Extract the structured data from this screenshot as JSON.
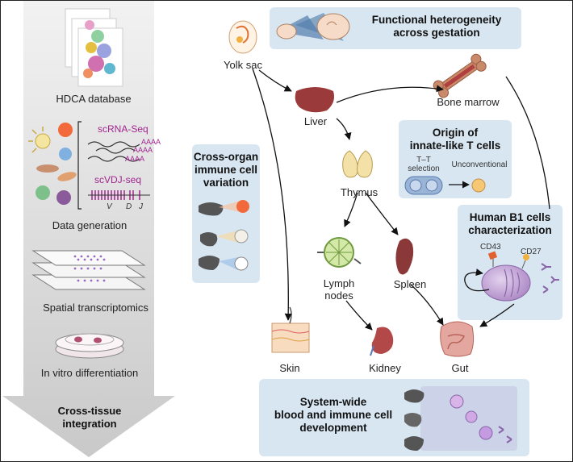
{
  "left_column": {
    "database": "HDCA database",
    "scrna": "scRNA-Seq",
    "scvdj": "scVDJ-seq",
    "aaaa": "AAAA",
    "v": "V",
    "d": "D",
    "j": "J",
    "data_generation": "Data generation",
    "spatial": "Spatial transcriptomics",
    "in_vitro": "In vitro differentiation",
    "integration": [
      "Cross-tissue",
      "integration"
    ]
  },
  "organs": {
    "yolk_sac": "Yolk sac",
    "liver": "Liver",
    "bone_marrow": "Bone marrow",
    "thymus": "Thymus",
    "lymph_nodes": [
      "Lymph",
      "nodes"
    ],
    "spleen": "Spleen",
    "skin": "Skin",
    "kidney": "Kidney",
    "gut": "Gut"
  },
  "panels": {
    "functional": [
      "Functional heterogeneity",
      "across gestation"
    ],
    "cross_organ": [
      "Cross-organ",
      "immune cell",
      "variation"
    ],
    "innate": [
      "Origin of",
      "innate-like T cells"
    ],
    "tt_selection": [
      "T–T",
      "selection"
    ],
    "unconventional": "Unconventional",
    "b1": [
      "Human B1 cells",
      "characterization"
    ],
    "cd43": "CD43",
    "cd27": "CD27",
    "system": [
      "System-wide",
      "blood and immune cell",
      "development"
    ]
  },
  "colors": {
    "panel_blue": "#d8e6f1",
    "arrow_gray": "#cfcfcf",
    "magenta": "#a0258e",
    "liver": "#9b3a3a",
    "cell_purple": "#b38ec9"
  }
}
